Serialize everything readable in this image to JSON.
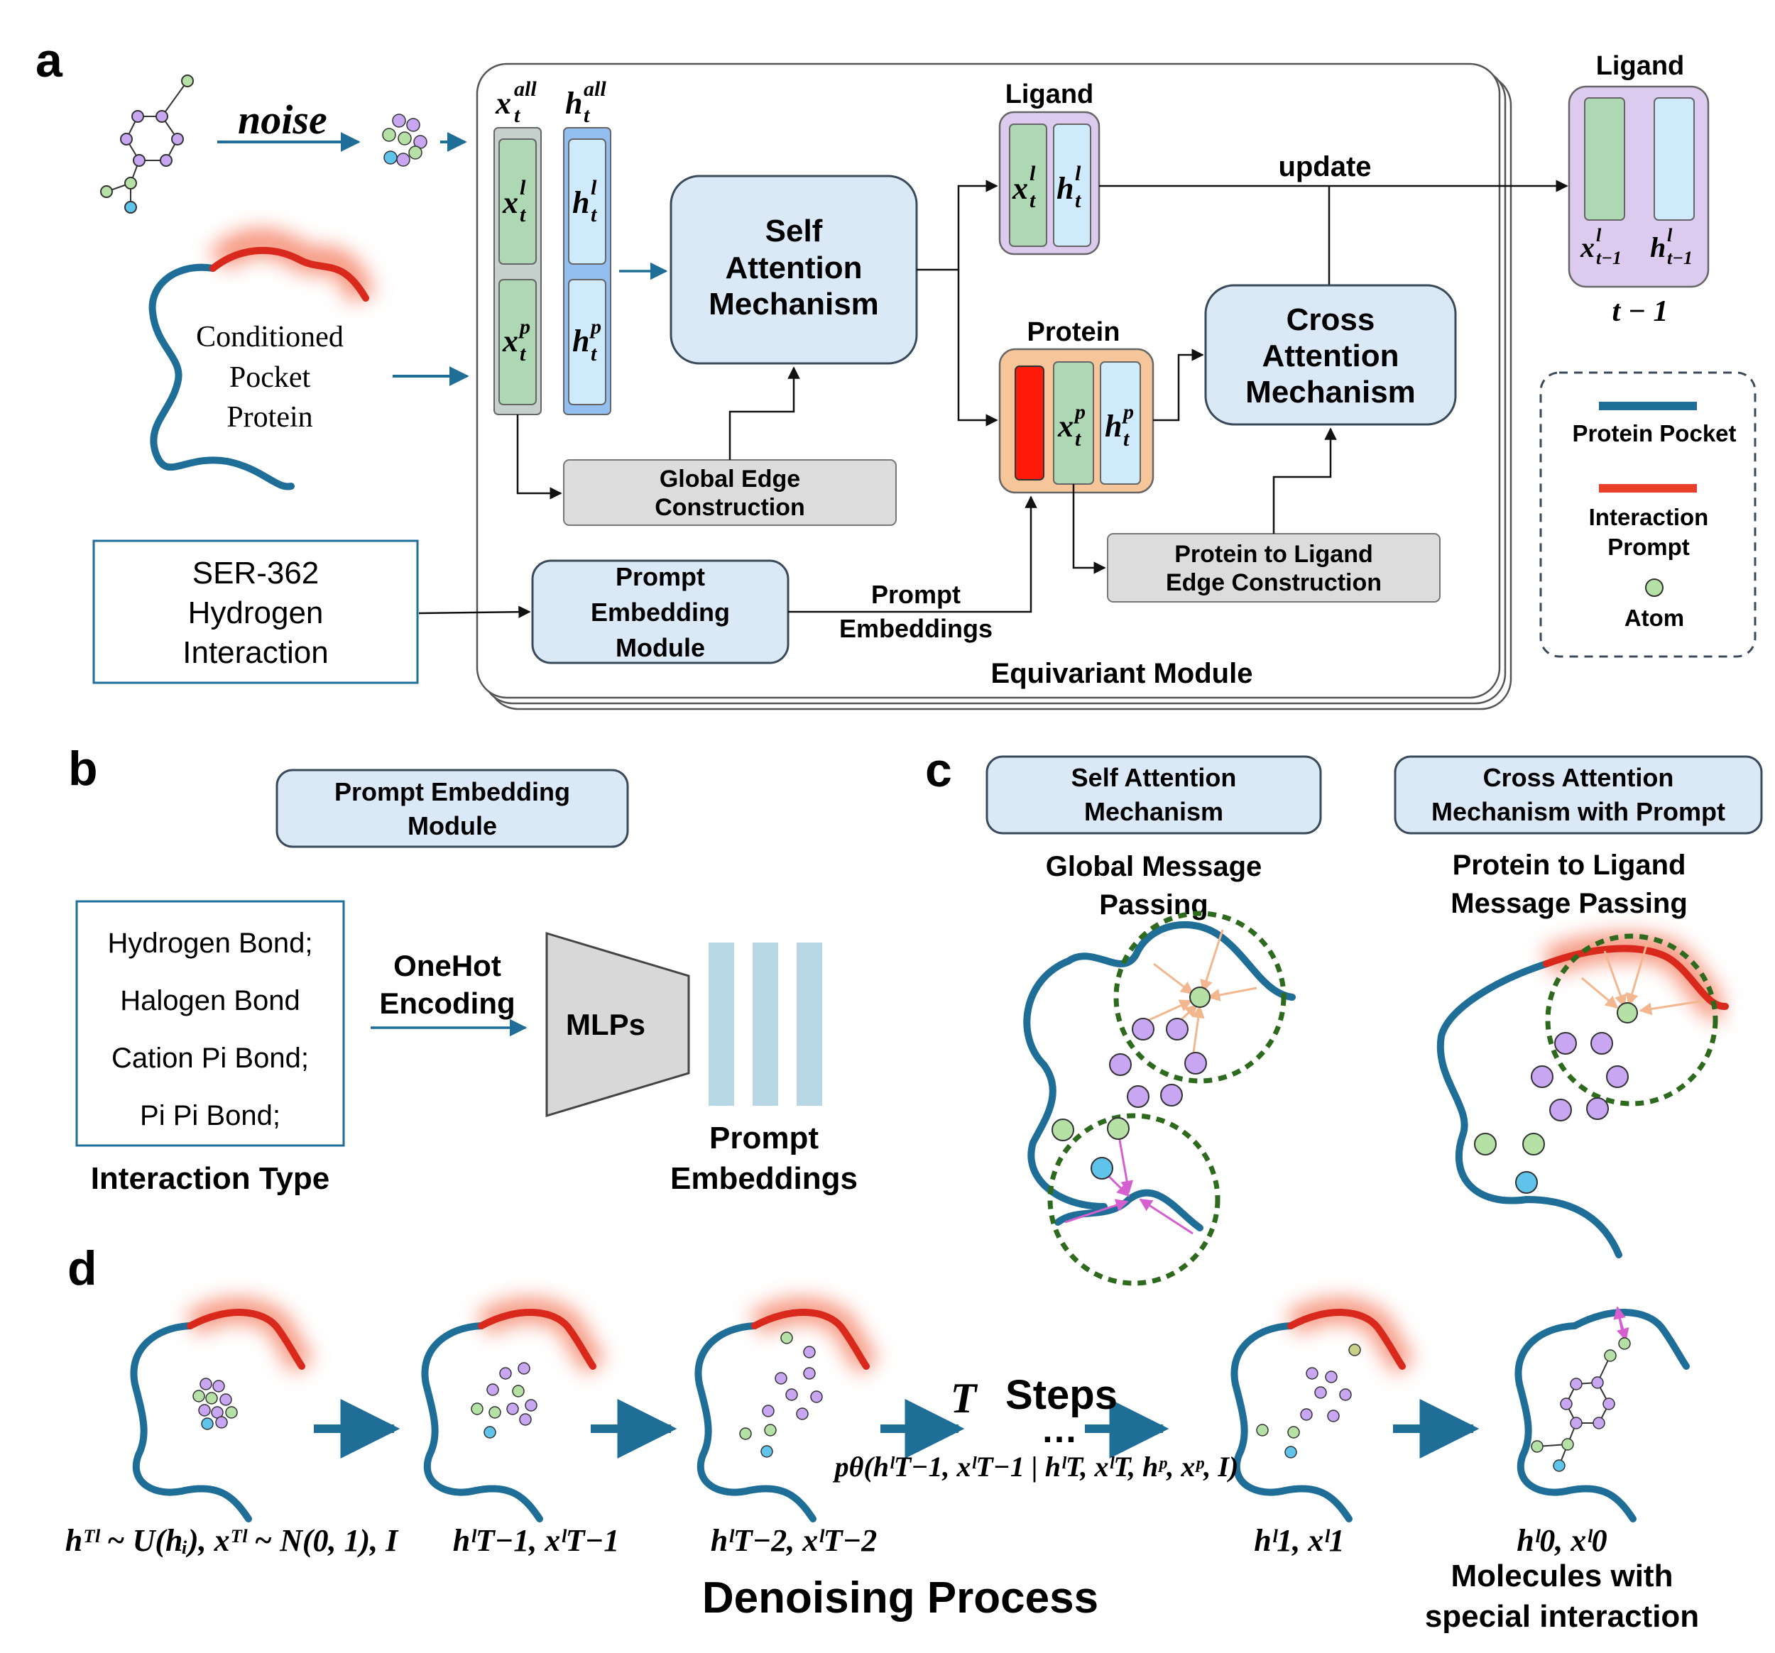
{
  "panels": {
    "a": "a",
    "b": "b",
    "c": "c",
    "d": "d"
  },
  "panel_a": {
    "noise_label": "noise",
    "pocket_text": [
      "Conditioned",
      "Pocket",
      "Protein"
    ],
    "x_all": {
      "base": "x",
      "sub": "t",
      "sup": "all"
    },
    "h_all": {
      "base": "h",
      "sub": "t",
      "sup": "all"
    },
    "x_l": {
      "base": "x",
      "sub": "t",
      "sup": "l"
    },
    "h_l": {
      "base": "h",
      "sub": "t",
      "sup": "l"
    },
    "x_p": {
      "base": "x",
      "sub": "t",
      "sup": "p"
    },
    "h_p": {
      "base": "h",
      "sub": "t",
      "sup": "p"
    },
    "self_attention": [
      "Self",
      "Attention",
      "Mechanism"
    ],
    "cross_attention": [
      "Cross",
      "Attention",
      "Mechanism"
    ],
    "ligand_label": "Ligand",
    "protein_label": "Protein",
    "update_label": "update",
    "global_edge": [
      "Global Edge",
      "Construction"
    ],
    "protein_edge": [
      "Protein to Ligand",
      "Edge Construction"
    ],
    "prompt_module": [
      "Prompt",
      "Embedding",
      "Module"
    ],
    "prompt_embeddings": [
      "Prompt",
      "Embeddings"
    ],
    "interaction_input": [
      "SER-362",
      "Hydrogen",
      "Interaction"
    ],
    "equivariant_label": "Equivariant Module",
    "out_ligand_label": "Ligand",
    "out_x": {
      "base": "x",
      "sub": "t−1",
      "sup": "l"
    },
    "out_h": {
      "base": "h",
      "sub": "t−1",
      "sup": "l"
    },
    "t_minus_1": "t − 1",
    "legend": {
      "protein_pocket": "Protein Pocket",
      "interaction_prompt": [
        "Interaction",
        "Prompt"
      ],
      "atom": "Atom",
      "colors": {
        "pocket": "#1f6e97",
        "prompt": "#e8402a",
        "atom": "#b5e0a6"
      }
    }
  },
  "panel_b": {
    "module_title": [
      "Prompt Embedding",
      "Module"
    ],
    "interaction_types": [
      "Hydrogen Bond;",
      "Halogen Bond",
      "Cation Pi Bond;",
      "Pi Pi Bond;"
    ],
    "interaction_type_label": "Interaction Type",
    "onehot_label": [
      "OneHot",
      "Encoding"
    ],
    "mlps_label": "MLPs",
    "prompt_embeddings_label": [
      "Prompt",
      "Embeddings"
    ]
  },
  "panel_c": {
    "self_box": [
      "Self Attention",
      "Mechanism"
    ],
    "self_caption": [
      "Global Message",
      "Passing"
    ],
    "cross_box": [
      "Cross Attention",
      "Mechanism with Prompt"
    ],
    "cross_caption": [
      "Protein to Ligand",
      "Message Passing"
    ]
  },
  "panel_d": {
    "t_label": "T",
    "steps_label": "Steps",
    "dots": "…",
    "label_0": "hᵀˡ ~ U(hᵢ), xᵀˡ ~ N(0, 1), I",
    "label_1": "hˡT−1, xˡT−1",
    "label_2": "hˡT−2, xˡT−2",
    "label_3": "hˡ1, xˡ1",
    "label_4": "hˡ0, xˡ0",
    "ptheta": "pθ(hˡT−1, xˡT−1 | hˡT, xˡT, hᵖ, xᵖ, I)",
    "denoising_label": "Denoising Process",
    "final_caption": [
      "Molecules with",
      "special interaction"
    ]
  }
}
